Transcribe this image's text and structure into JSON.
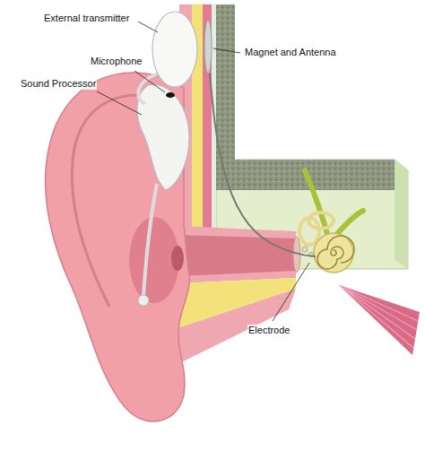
{
  "diagram": {
    "labels": [
      "External transmitter",
      "Microphone",
      "Sound Processor",
      "Magnet and Antenna",
      "Electrode"
    ]
  }
}
